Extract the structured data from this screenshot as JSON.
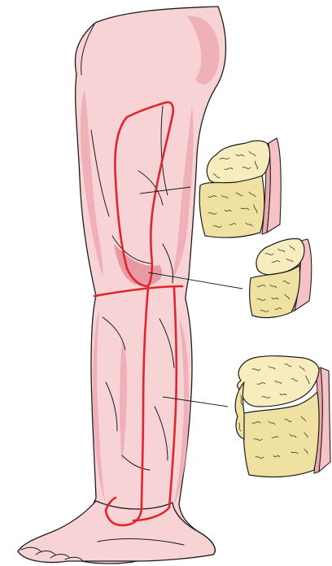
{
  "figure": {
    "subject": "leg",
    "outline_color": "#e0262b",
    "skin_color": "#f8d3d6",
    "fat_color": "#efe1a2",
    "samples": [
      {
        "region": "thigh"
      },
      {
        "region": "knee"
      },
      {
        "region": "lower-leg"
      }
    ]
  }
}
